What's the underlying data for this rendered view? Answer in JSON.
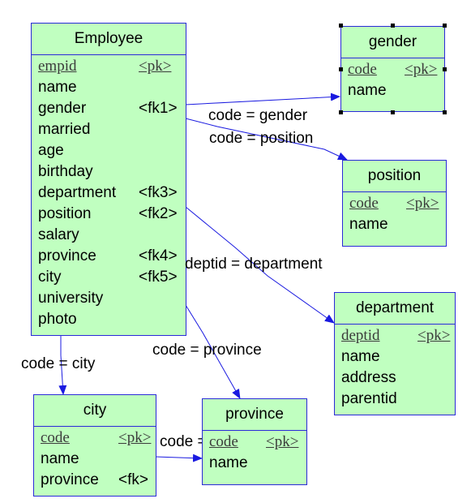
{
  "diagram": {
    "entities": {
      "employee": {
        "title": "Employee",
        "attrs": [
          {
            "name": "empid",
            "key": "<pk>"
          },
          {
            "name": "name",
            "key": ""
          },
          {
            "name": "gender",
            "key": "<fk1>"
          },
          {
            "name": "married",
            "key": ""
          },
          {
            "name": "age",
            "key": ""
          },
          {
            "name": "birthday",
            "key": ""
          },
          {
            "name": "department",
            "key": "<fk3>"
          },
          {
            "name": "position",
            "key": "<fk2>"
          },
          {
            "name": "salary",
            "key": ""
          },
          {
            "name": "province",
            "key": "<fk4>"
          },
          {
            "name": "city",
            "key": "<fk5>"
          },
          {
            "name": "university",
            "key": ""
          },
          {
            "name": "photo",
            "key": ""
          }
        ]
      },
      "gender": {
        "title": "gender",
        "attrs": [
          {
            "name": "code",
            "key": "<pk>"
          },
          {
            "name": "name",
            "key": ""
          }
        ]
      },
      "position": {
        "title": "position",
        "attrs": [
          {
            "name": "code",
            "key": "<pk>"
          },
          {
            "name": "name",
            "key": ""
          }
        ]
      },
      "department": {
        "title": "department",
        "attrs": [
          {
            "name": "deptid",
            "key": "<pk>"
          },
          {
            "name": "name",
            "key": ""
          },
          {
            "name": "address",
            "key": ""
          },
          {
            "name": "parentid",
            "key": ""
          }
        ]
      },
      "city": {
        "title": "city",
        "attrs": [
          {
            "name": "code",
            "key": "<pk>"
          },
          {
            "name": "name",
            "key": ""
          },
          {
            "name": "province",
            "key": "<fk>"
          }
        ]
      },
      "province": {
        "title": "province",
        "attrs": [
          {
            "name": "code",
            "key": "<pk>"
          },
          {
            "name": "name",
            "key": ""
          }
        ]
      }
    },
    "relationships": [
      {
        "label": "code = gender"
      },
      {
        "label": "code = position"
      },
      {
        "label": "deptid = department"
      },
      {
        "label": "code = city"
      },
      {
        "label": "code = province"
      },
      {
        "label": "code = province"
      }
    ],
    "colors": {
      "entity_fill": "#c0ffc0",
      "border": "#2a2ad8",
      "edge": "#1a1ae0"
    }
  }
}
